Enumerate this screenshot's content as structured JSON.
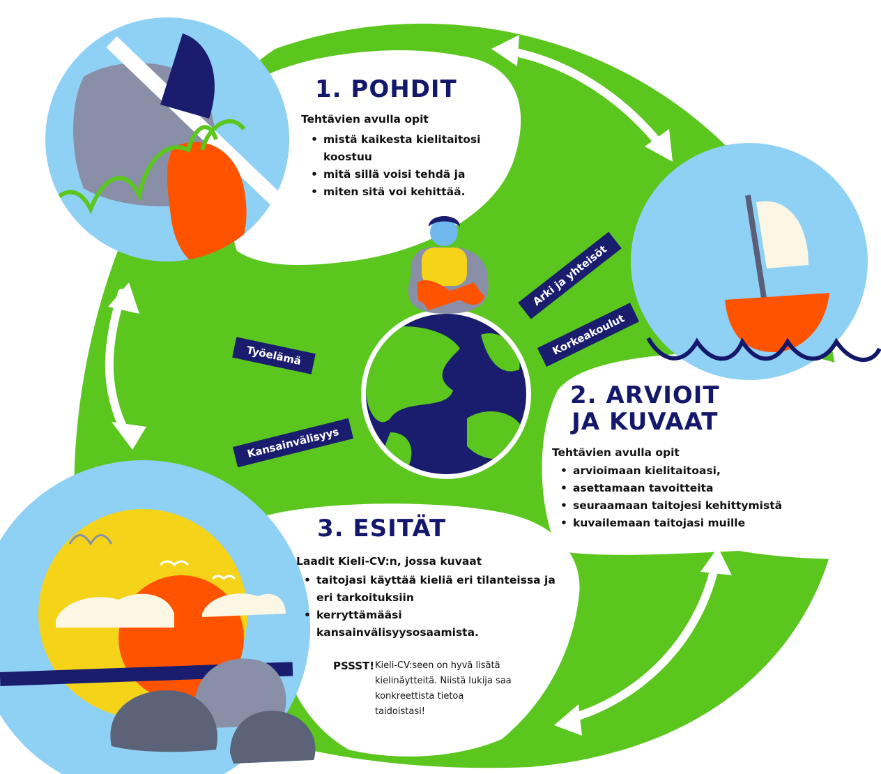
{
  "colors": {
    "green": "#5ac61e",
    "sky": "#8fd0f5",
    "navy": "#1a1d6e",
    "orange": "#ff5300",
    "yellow": "#f5d318",
    "grey": "#8a8fa8",
    "cream": "#fbf7e4",
    "white": "#ffffff"
  },
  "step1": {
    "heading": "1. POHDIT",
    "intro": "Tehtävien avulla opit",
    "bullets": [
      "mistä kaikesta kielitaitosi koostuu",
      "mitä sillä voisi tehdä ja",
      "miten sitä voi kehittää."
    ]
  },
  "step2": {
    "heading_line1": "2. ARVIOIT",
    "heading_line2": "JA KUVAAT",
    "intro": "Tehtävien avulla opit",
    "bullets": [
      "arvioimaan kielitaitoasi,",
      "asettamaan tavoitteita",
      "seuraamaan taitojesi kehittymistä",
      "kuvailemaan taitojasi muille"
    ]
  },
  "step3": {
    "heading": "3. ESITÄT",
    "intro": "Laadit Kieli-CV:n, jossa kuvaat",
    "bullets": [
      "taitojasi käyttää kieliä eri tilanteissa ja eri tarkoituksiin",
      "kerryttämääsi kansainvälisyysosaamista."
    ],
    "pssst_label": "PSSST!",
    "pssst_text": "Kieli-CV:seen on hyvä lisätä kielinäytteitä. Niistä lukija saa konkreettista tietoa taidoistasi!"
  },
  "banners": {
    "arki": "Arki ja yhteisöt",
    "korkeakoulut": "Korkeakoulut",
    "tyoelama": "Työelämä",
    "kansainvalisyys": "Kansainvälisyys"
  },
  "icons": {
    "step1": "boat-on-rock-illustration",
    "step2": "sailboat-waves-illustration",
    "step3": "sunset-rocks-illustration",
    "center": "person-meditating-on-globe-illustration"
  }
}
